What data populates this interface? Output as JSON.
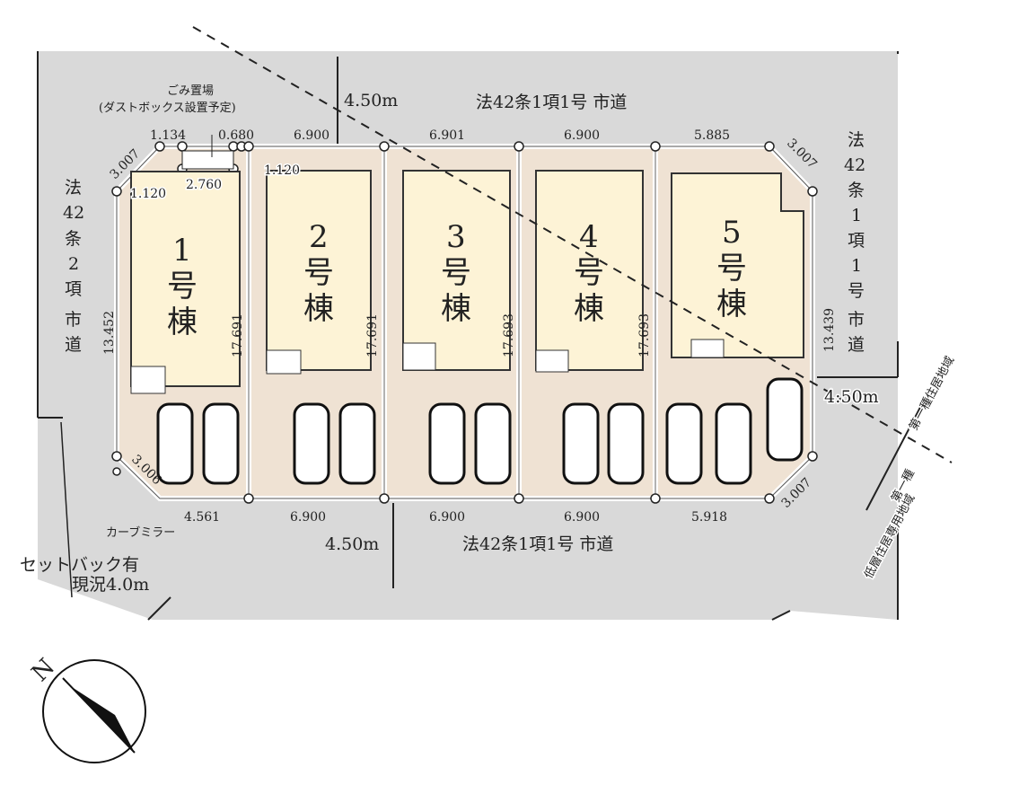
{
  "roads": {
    "top": "法42条1項1号 市道",
    "bottom": "法42条1項1号 市道",
    "left": [
      "法",
      "42",
      "条",
      "2",
      "項",
      "市",
      "道"
    ],
    "right": [
      "法",
      "42",
      "条",
      "1",
      "項",
      "1",
      "号",
      "市",
      "道"
    ],
    "top_width": "4.50m",
    "bottom_width": "4.50m",
    "right_width": "4:50m"
  },
  "garbage": {
    "line1": "ごみ置場",
    "line2": "(ダストボックス設置予定)"
  },
  "dimensions": {
    "top": [
      "1.134",
      "0.680",
      "6.900",
      "6.901",
      "6.900",
      "5.885"
    ],
    "bottom": [
      "4.561",
      "6.900",
      "6.900",
      "6.900",
      "5.918"
    ],
    "corners": [
      "3.007",
      "3.007",
      "3.006",
      "3.007"
    ],
    "garbage": [
      "1.120",
      "2.760",
      "1.120"
    ],
    "sides": [
      "13.452",
      "13.439"
    ],
    "depths": [
      "17.691",
      "17.691",
      "17.693",
      "17.693"
    ]
  },
  "houses": [
    {
      "num": "1",
      "g": "号",
      "b": "棟"
    },
    {
      "num": "2",
      "g": "号",
      "b": "棟"
    },
    {
      "num": "3",
      "g": "号",
      "b": "棟"
    },
    {
      "num": "4",
      "g": "号",
      "b": "棟"
    },
    {
      "num": "5",
      "g": "号",
      "b": "棟"
    }
  ],
  "notes": {
    "curve_mirror": "カーブミラー",
    "setback1": "セットバック有",
    "setback2": "現況4.0m",
    "zone_upper": "第一種住居地域",
    "zone_lower1": "第一種",
    "zone_lower2": "低層住居専用地域"
  },
  "compass": {
    "label": "N"
  },
  "colors": {
    "road": "#d9d9d9",
    "lot": "#efe2d3",
    "house": "#fdf3d6"
  }
}
